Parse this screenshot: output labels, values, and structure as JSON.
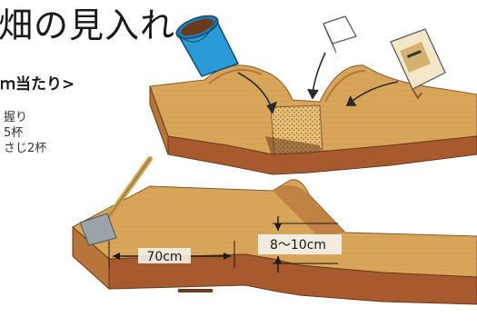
{
  "heading": {
    "title": "畑の見入れ",
    "subtitle": "ｍ当たり>"
  },
  "ingredients": [
    "握り",
    "5杯",
    "さじ2杯"
  ],
  "dimensions": {
    "width_label": "70cm",
    "depth_label": "8～10cm"
  },
  "illustration": {
    "icons": [
      "bucket-icon",
      "measuring-cup-icon",
      "fertilizer-bag-icon",
      "hoe-icon"
    ],
    "colors": {
      "soil": "#d8a65a",
      "soil_dark": "#b8753a",
      "side": "#a65a2e",
      "bucket": "#2a9bd6",
      "compost": "#e6c27a"
    }
  }
}
